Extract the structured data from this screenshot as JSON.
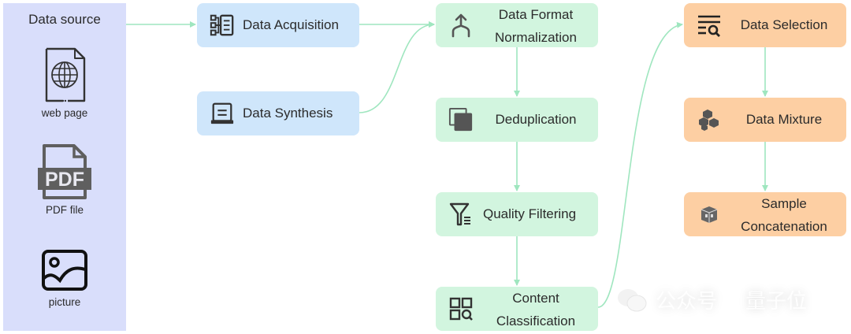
{
  "data_source": {
    "title": "Data source",
    "items": [
      {
        "label": "web page",
        "icon": "web-page-icon"
      },
      {
        "label": "PDF file",
        "icon": "pdf-file-icon",
        "badge": "PDF"
      },
      {
        "label": "picture",
        "icon": "picture-icon"
      }
    ]
  },
  "stages": {
    "acquisition": [
      {
        "label": "Data Acquisition",
        "icon": "data-acquisition-icon"
      },
      {
        "label": "Data Synthesis",
        "icon": "data-synthesis-icon"
      }
    ],
    "processing": [
      {
        "line1": "Data Format",
        "line2": "Normalization",
        "icon": "merge-arrow-icon"
      },
      {
        "label": "Deduplication",
        "icon": "duplicate-icon"
      },
      {
        "label": "Quality Filtering",
        "icon": "filter-icon"
      },
      {
        "line1": "Content",
        "line2": "Classification",
        "icon": "grid-search-icon"
      }
    ],
    "composition": [
      {
        "label": "Data Selection",
        "icon": "list-search-icon"
      },
      {
        "label": "Data Mixture",
        "icon": "hexagons-icon"
      },
      {
        "line1": "Sample",
        "line2": "Concatenation",
        "icon": "package-icon"
      }
    ]
  },
  "colors": {
    "source_panel": "#d9defb",
    "acquisition": "#cfe6fb",
    "processing": "#d2f5df",
    "composition": "#fdcfa3",
    "edge": "#9fe6bf",
    "icon": "#3a3a3a"
  },
  "watermark": {
    "text1": "公众号",
    "text2": "量子位"
  }
}
